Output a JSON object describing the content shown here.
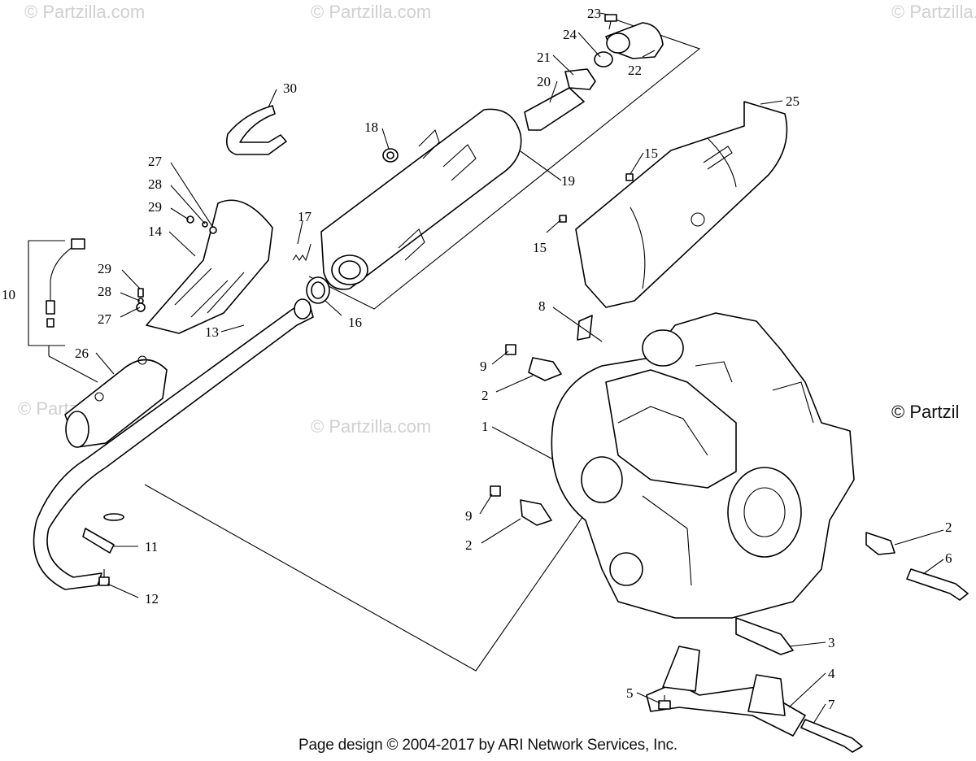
{
  "watermarks": [
    "© Partzilla.com",
    "© Partzilla.com",
    "© Partzilla.com",
    "© Partzilla.com",
    "© Partzilla.com",
    "© Partzil"
  ],
  "callouts": [
    "23",
    "24",
    "21",
    "22",
    "20",
    "25",
    "18",
    "19",
    "15",
    "15",
    "30",
    "27",
    "28",
    "29",
    "17",
    "14",
    "16",
    "10",
    "29",
    "28",
    "27",
    "13",
    "8",
    "9",
    "26",
    "2",
    "1",
    "9",
    "2",
    "11",
    "12",
    "2",
    "6",
    "3",
    "4",
    "5",
    "7"
  ],
  "footer": "Page design © 2004-2017 by ARI Network Services, Inc."
}
